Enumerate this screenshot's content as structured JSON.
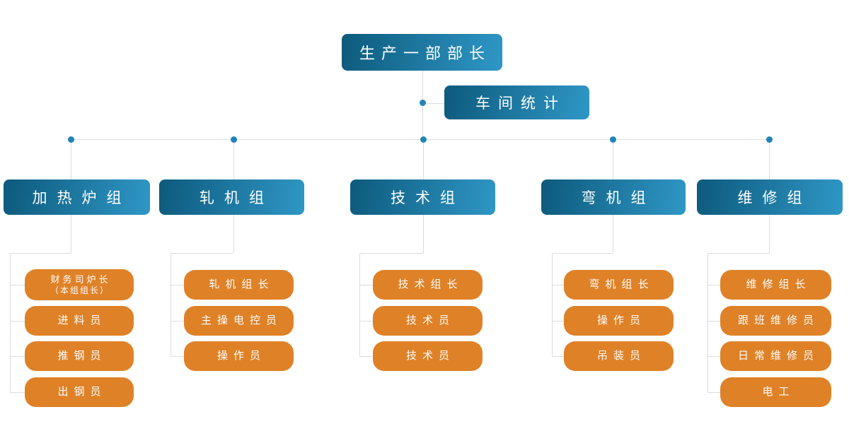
{
  "colors": {
    "blue_gradient_start": "#0d5a7c",
    "blue_gradient_end": "#2f97c6",
    "orange": "#df8127",
    "connector_line": "#dcdcdc",
    "junction_dot": "#2183b6",
    "text": "#ffffff",
    "background": "#ffffff"
  },
  "org": {
    "root": {
      "label": "生产一部部长"
    },
    "staff": {
      "label": "车间统计"
    },
    "groups": [
      {
        "label": "加热炉组",
        "children": [
          {
            "label": "财务司炉长",
            "sublabel": "（本组组长）"
          },
          {
            "label": "进料员"
          },
          {
            "label": "推钢员"
          },
          {
            "label": "出钢员"
          }
        ]
      },
      {
        "label": "轧机组",
        "children": [
          {
            "label": "轧机组长"
          },
          {
            "label": "主操电控员"
          },
          {
            "label": "操作员"
          }
        ]
      },
      {
        "label": "技术组",
        "children": [
          {
            "label": "技术组长"
          },
          {
            "label": "技术员"
          },
          {
            "label": "技术员"
          }
        ]
      },
      {
        "label": "弯机组",
        "children": [
          {
            "label": "弯机组长"
          },
          {
            "label": "操作员"
          },
          {
            "label": "吊装员"
          }
        ]
      },
      {
        "label": "维修组",
        "children": [
          {
            "label": "维修组长"
          },
          {
            "label": "跟班维修员"
          },
          {
            "label": "日常维修员"
          },
          {
            "label": "电工"
          }
        ]
      }
    ]
  }
}
